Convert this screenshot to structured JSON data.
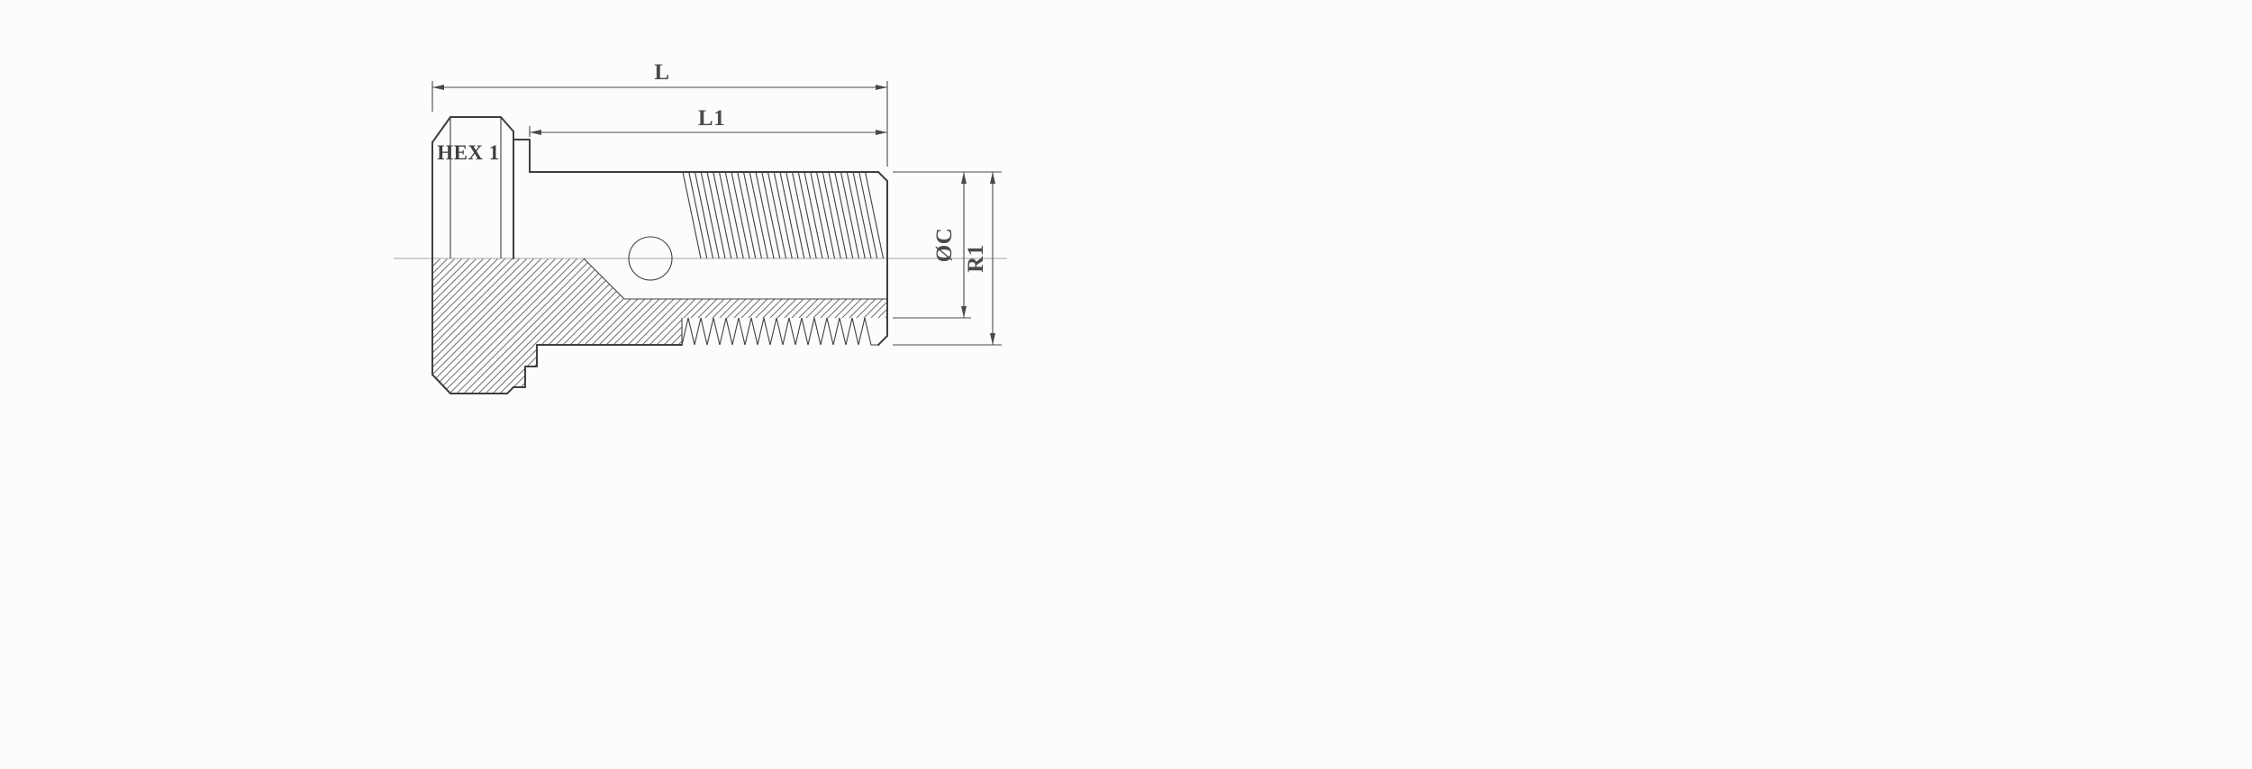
{
  "drawing": {
    "hex_label": "HEX 1",
    "dim_overall_length": "L",
    "dim_thread_length": "L1",
    "dim_diameter": "ØC",
    "dim_thread": "R1"
  },
  "colors": {
    "outline": "#3f3f3f",
    "dimension": "#4a4a4a",
    "centerline": "#b5b5b5",
    "hatch": "#707070",
    "background": "#fcfcfc"
  }
}
